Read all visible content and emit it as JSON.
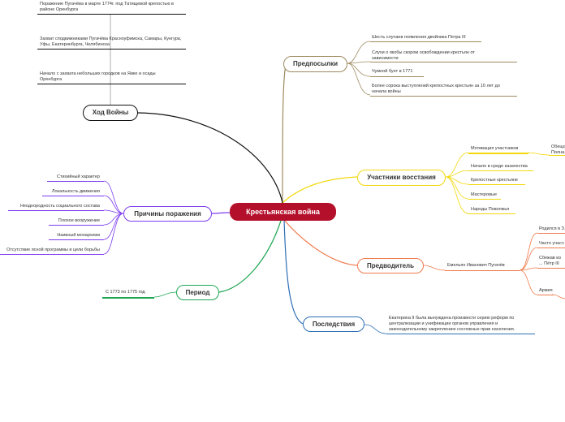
{
  "central": "Крестьянская война",
  "branches": {
    "predposylki": {
      "label": "Предпосылки",
      "color": "#9e8a5f",
      "items": [
        "Шесть случаев появления двойника Петра III",
        "Слухи о якобы скором освобождении крестьян от зависимости",
        "Чумной бунт в 1771",
        "Более сорока выступлений крепостных крестьян за 10 лет до начала войны"
      ]
    },
    "uchastniki": {
      "label": "Участники восстания",
      "color": "#f2d80b",
      "items": [
        "Мотивация участников",
        "Начало в среде казачества",
        "Крепостные крестьяне",
        "Мастеровые",
        "Народы Поволжья"
      ],
      "motivation_sub": "Обеща... Полна..."
    },
    "predvoditel": {
      "label": "Предводитель",
      "color": "#f07a4b",
      "name": "Емельян Иванович Пугачёв",
      "items": [
        "Родился в З...",
        "Часто участ...",
        "Сбежав из ... Пётр III",
        "Армия"
      ]
    },
    "posledstviya": {
      "label": "Последствия",
      "color": "#2e6fb5",
      "items": [
        "Екатерина II была вынуждена произвести серию реформ по централизации и унификации органов управления и законодательному закреплению сословных прав населения."
      ]
    },
    "period": {
      "label": "Период",
      "color": "#1fa653",
      "items": [
        "С 1773 по 1775 год"
      ]
    },
    "prichiny": {
      "label": "Причины поражения",
      "color": "#7d3cf0",
      "items": [
        "Стихийный характер",
        "Локальность движения",
        "Неоднородность социального состава",
        "Плохое вооружение",
        "Наивный монархизм",
        "Отсутствие ясной программы и цели борьбы"
      ]
    },
    "hod": {
      "label": "Ход Войны",
      "color": "#111111",
      "items": [
        "Поражение Пугачёва в марте 1774г. под Татищевой крепостью в районе Оренбурга",
        "Захват сподвижниками Пугачёва Красноуфимска, Самары, Кунгура, Уфы, Екатеринбурга, Челябинска",
        "Начало с захвата небольших городков на Яике и осады Оренбурга"
      ]
    }
  }
}
